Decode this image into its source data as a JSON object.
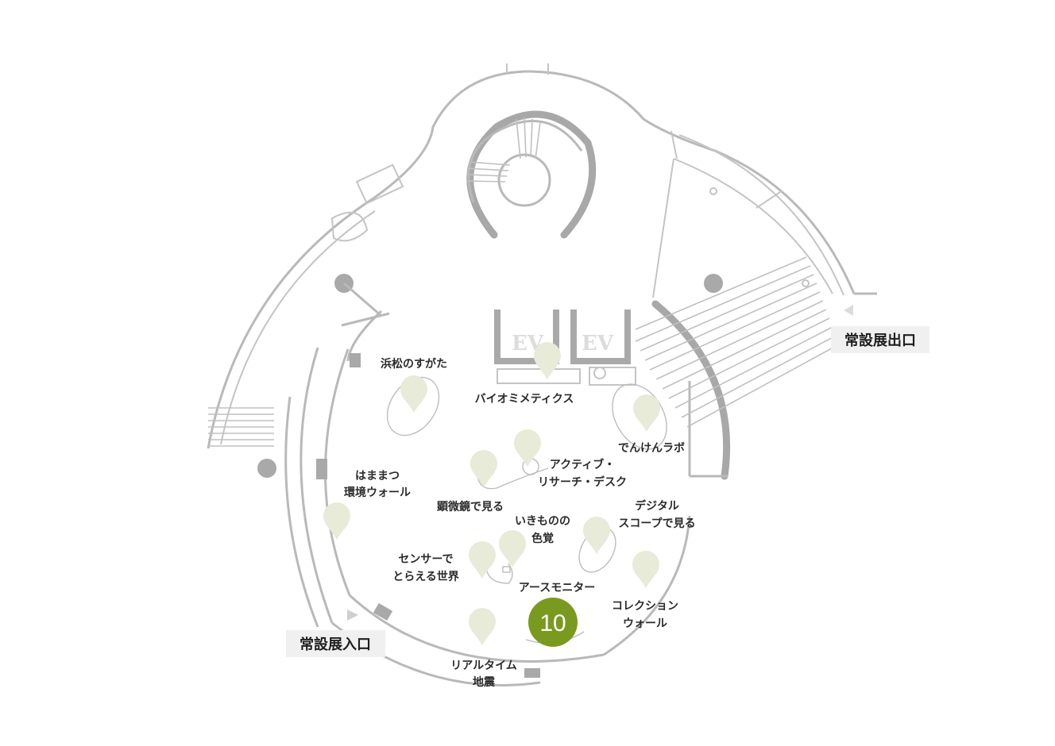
{
  "map": {
    "elevators": [
      "EV",
      "EV"
    ],
    "exhibits": [
      {
        "id": "hamamatsu-sugata",
        "lines": [
          "浜松のすがた"
        ]
      },
      {
        "id": "biomimetics",
        "lines": [
          "バイオミメティクス"
        ]
      },
      {
        "id": "denken-lab",
        "lines": [
          "でんけんラボ"
        ]
      },
      {
        "id": "active-research-desk",
        "lines": [
          "アクティブ・",
          "リサーチ・デスク"
        ]
      },
      {
        "id": "hamamatsu-wall",
        "lines": [
          "はままつ",
          "環境ウォール"
        ]
      },
      {
        "id": "microscope",
        "lines": [
          "顕微鏡で見る"
        ]
      },
      {
        "id": "digital-scope",
        "lines": [
          "デジタル",
          "スコープで見る"
        ]
      },
      {
        "id": "iki-colors",
        "lines": [
          "いきものの",
          "色覚"
        ]
      },
      {
        "id": "sensor-world",
        "lines": [
          "センサーで",
          "とらえる世界"
        ]
      },
      {
        "id": "earth-monitor",
        "lines": [
          "アースモニター"
        ]
      },
      {
        "id": "collection-wall",
        "lines": [
          "コレクション",
          "ウォール"
        ]
      },
      {
        "id": "realtime-quake",
        "lines": [
          "リアルタイム",
          "地震"
        ]
      }
    ],
    "current_marker": {
      "number": "10",
      "color": "#7a9a1f"
    },
    "gates": {
      "entrance": "常設展入口",
      "exit": "常設展出口"
    }
  },
  "colors": {
    "wall": "#b9b9b9",
    "pin": "#e7ebd8",
    "label": "#2b2b2b",
    "accent": "#7a9a1f"
  }
}
